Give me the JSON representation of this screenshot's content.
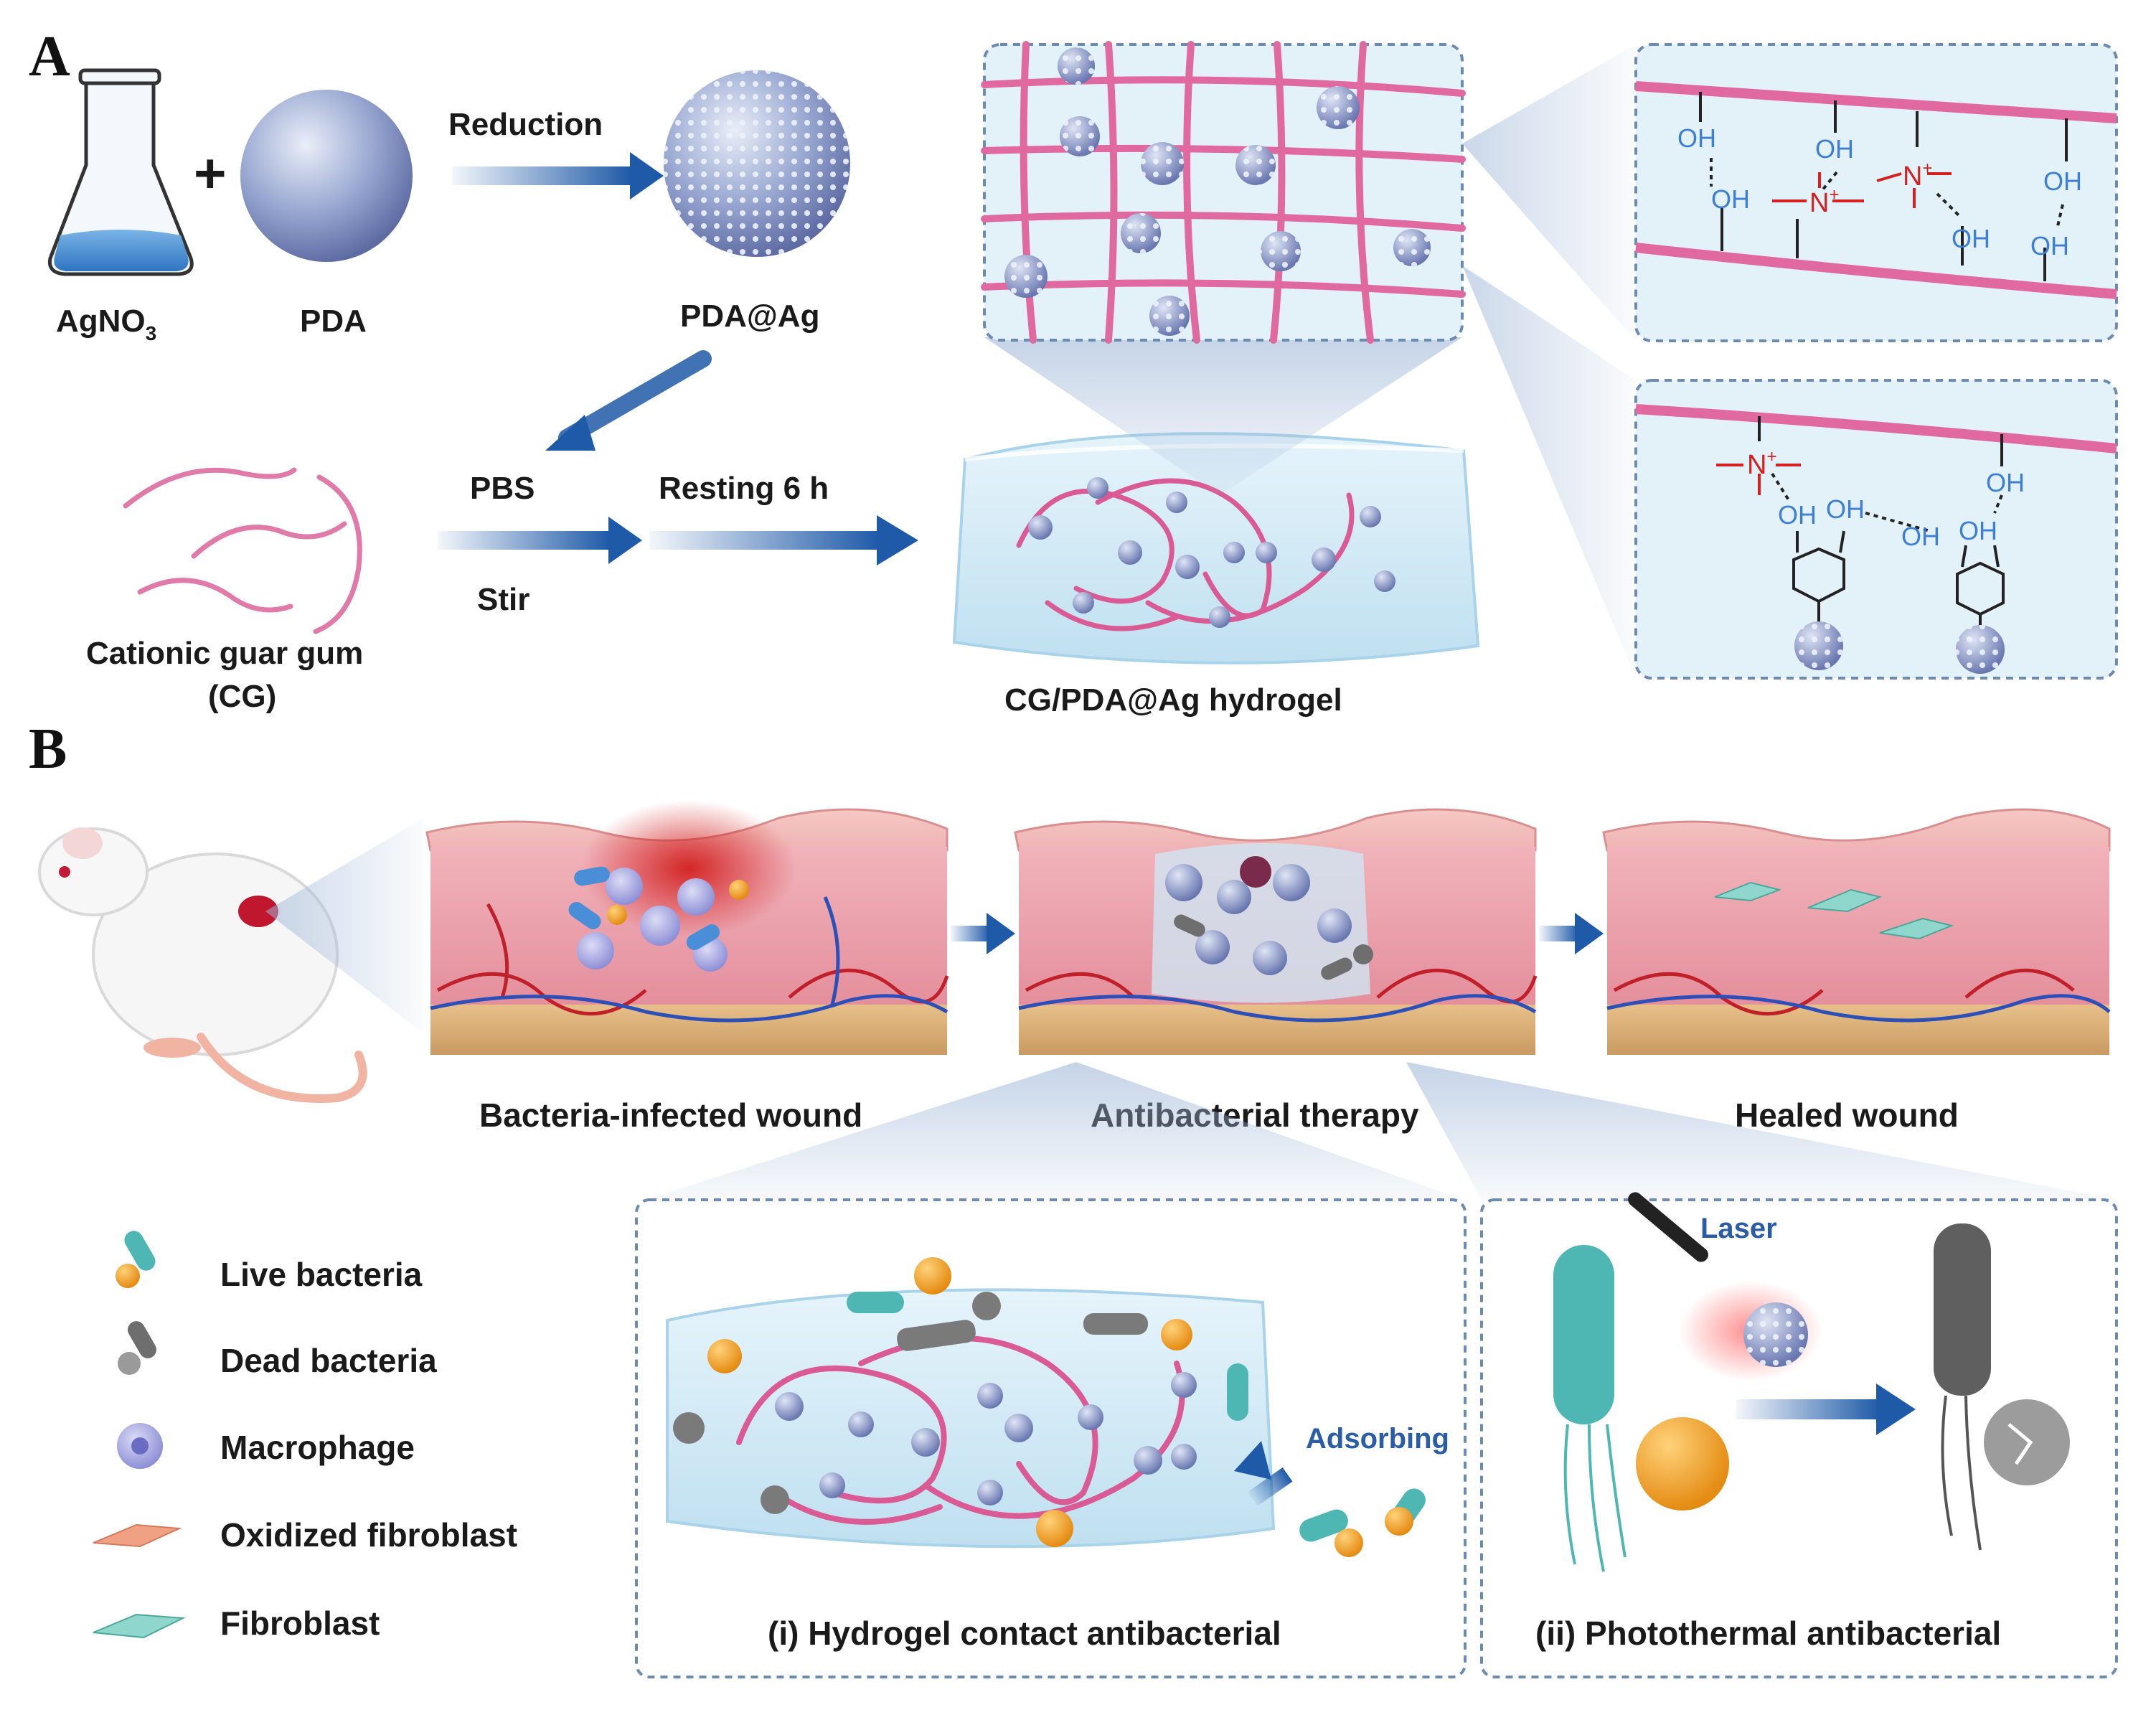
{
  "panel_a": {
    "letter": "A",
    "agno3": "AgNO",
    "agno3_sub": "3",
    "plus": "+",
    "pda": "PDA",
    "reduction": "Reduction",
    "pda_ag": "PDA@Ag",
    "cg_line1": "Cationic guar gum",
    "cg_line2": "(CG)",
    "pbs": "PBS",
    "stir": "Stir",
    "resting": "Resting 6 h",
    "hydrogel": "CG/PDA@Ag hydrogel",
    "oh": "OH",
    "n_plus": "N",
    "plus_sup": "+"
  },
  "panel_b": {
    "letter": "B",
    "wound1": "Bacteria-infected wound",
    "wound2": "Antibacterial therapy",
    "wound3": "Healed wound",
    "legend": [
      "Live bacteria",
      "Dead bacteria",
      "Macrophage",
      "Oxidized fibroblast",
      "Fibroblast"
    ],
    "inset1_caption": "(i) Hydrogel contact antibacterial",
    "inset1_adsorbing": "Adsorbing",
    "inset2_caption": "(ii) Photothermal antibacterial",
    "inset2_laser": "Laser"
  },
  "colors": {
    "arrow": "#1f5aa8",
    "fiber": "#e06aa0",
    "gel": "#d6ecf7",
    "skin": "#e9a6ad",
    "particle": "#8f9ccc",
    "live_bacteria": "#4fb7b3",
    "dead_bacteria": "#6e6e6e",
    "cocci": "#f2a531",
    "chem_oh": "#3d7fd6",
    "chem_n": "#d32020"
  }
}
